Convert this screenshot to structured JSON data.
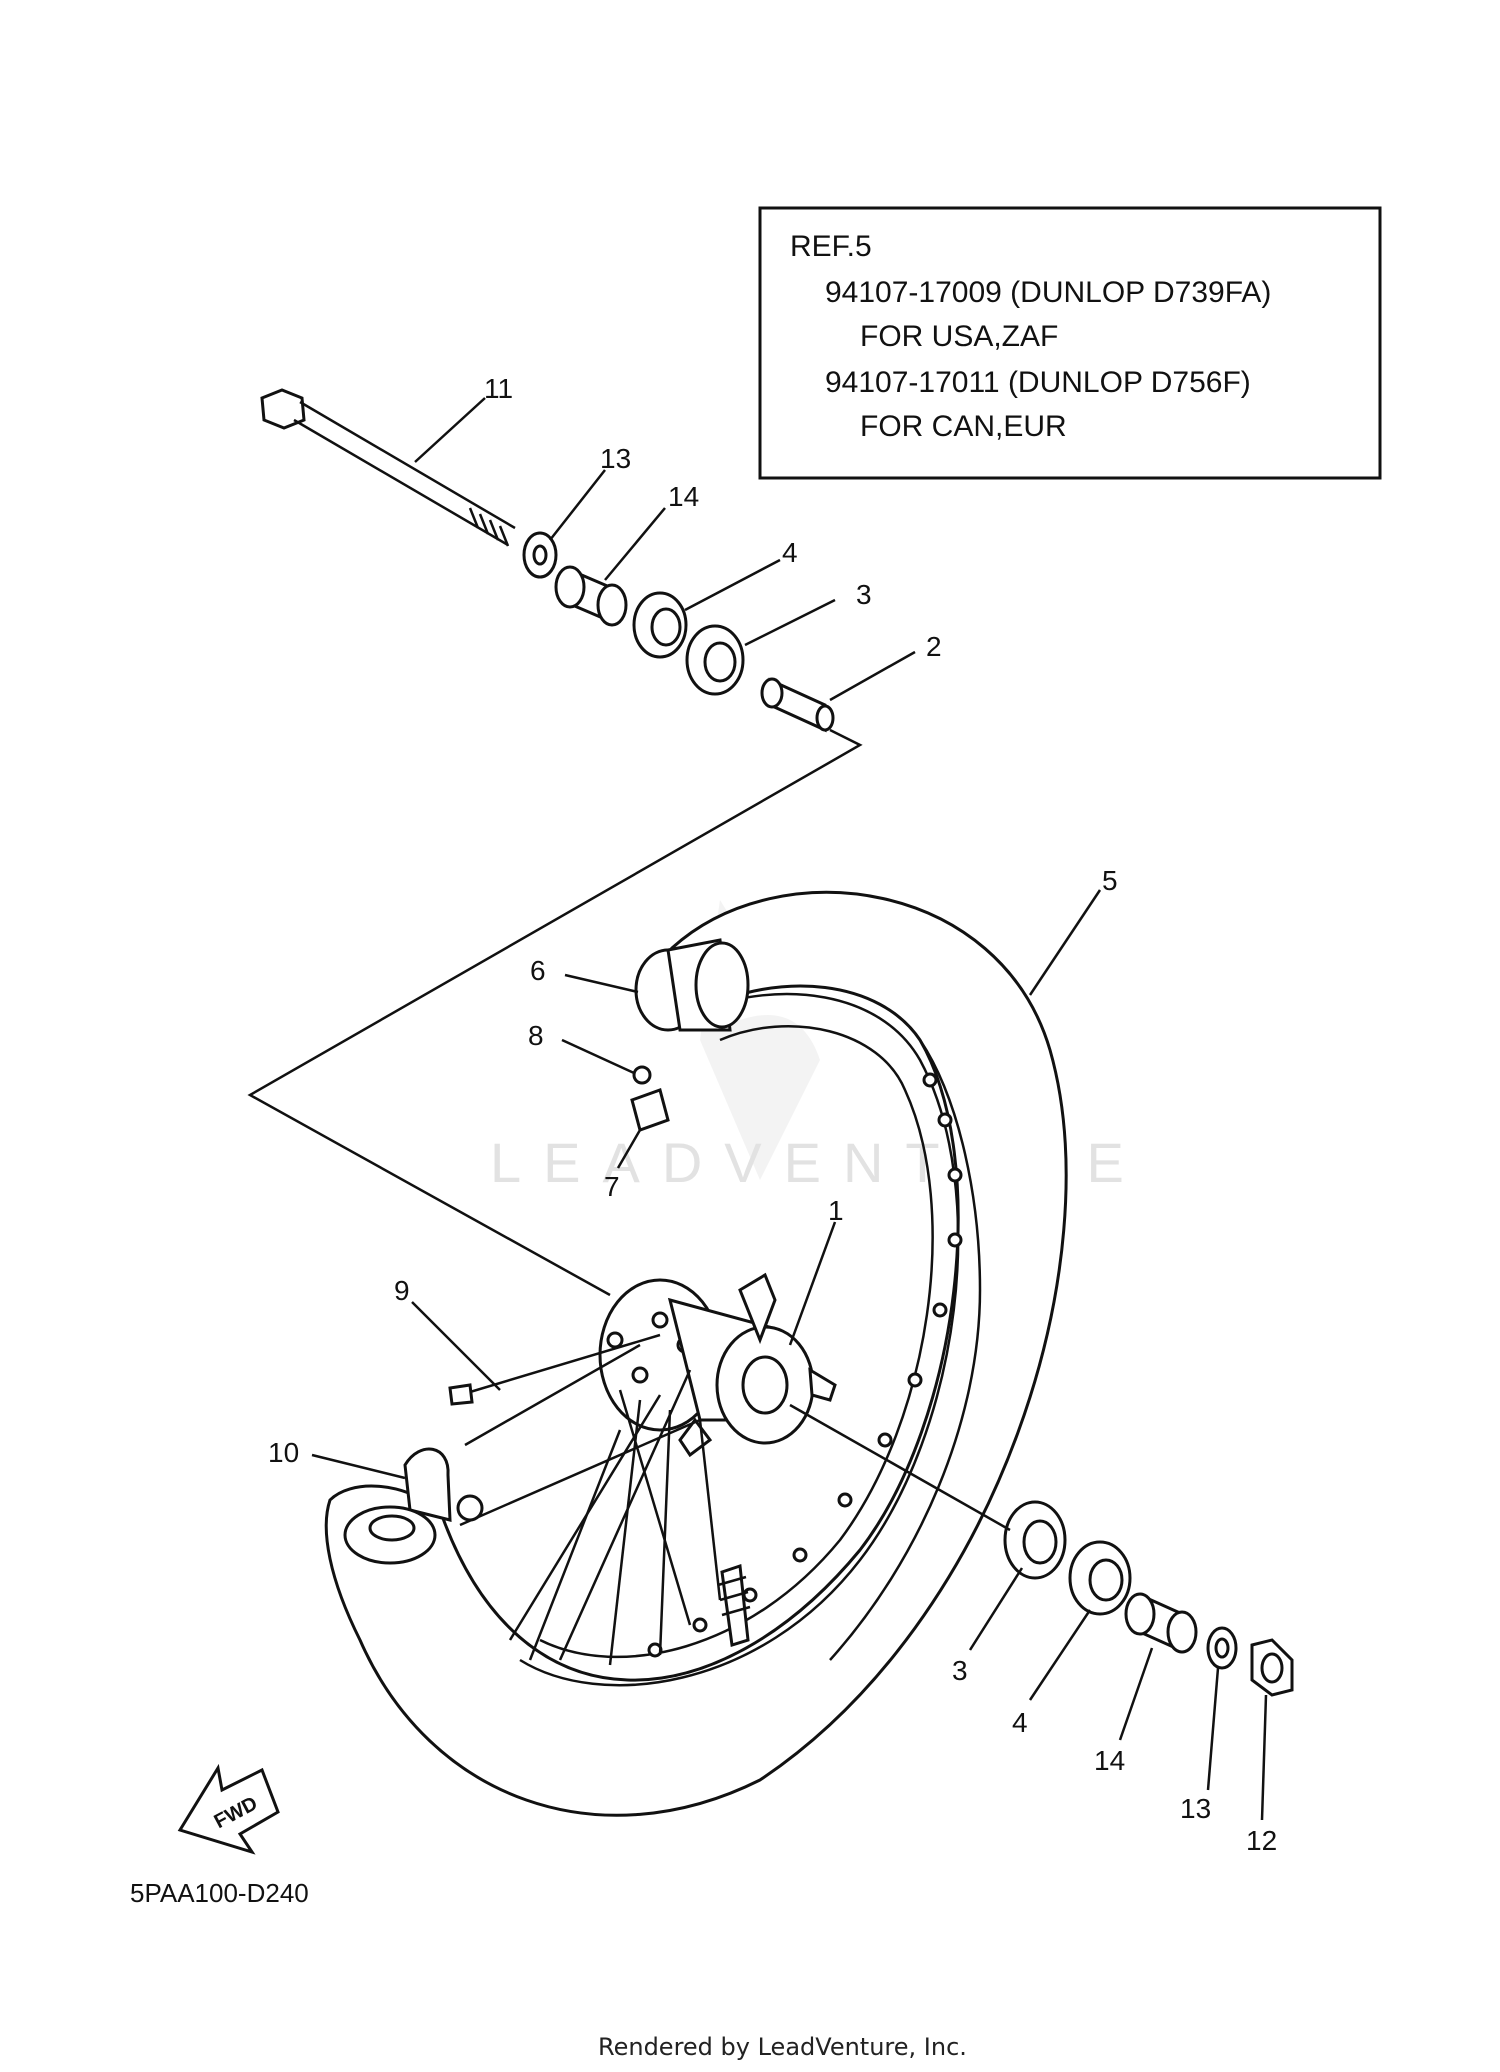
{
  "ref_box": {
    "title": "REF.5",
    "lines": [
      "94107-17009 (DUNLOP D739FA)",
      "FOR USA,ZAF",
      "94107-17011 (DUNLOP D756F)",
      "FOR CAN,EUR"
    ]
  },
  "callouts": [
    "11",
    "13",
    "14",
    "4",
    "3",
    "2",
    "5",
    "6",
    "8",
    "7",
    "1",
    "9",
    "10",
    "3",
    "4",
    "14",
    "13",
    "12"
  ],
  "fwd_label": "FWD",
  "diagram_code": "5PAA100-D240",
  "watermark": "LEADVENTURE",
  "footer": "Rendered by LeadVenture, Inc."
}
